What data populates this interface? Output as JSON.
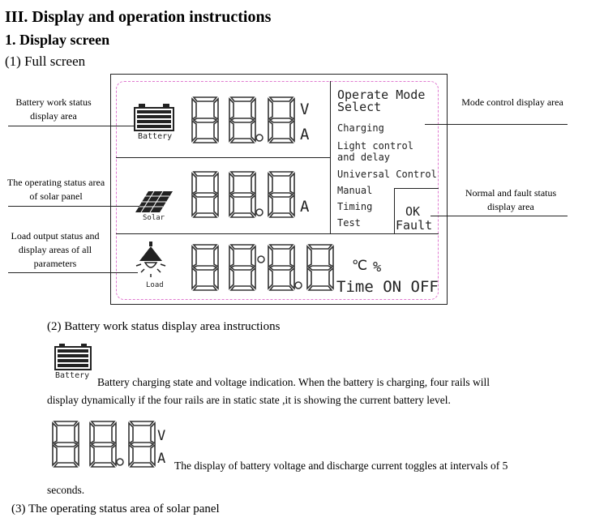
{
  "heading": {
    "section": "III. Display and operation instructions",
    "sub": "1. Display screen",
    "full_screen": "(1) Full screen"
  },
  "lcd": {
    "battery_label": "Battery",
    "solar_label": "Solar",
    "load_label": "Load",
    "unit_v": "V",
    "unit_a": "A",
    "unit_a2": "A",
    "temp_unit": "℃",
    "percent": "%",
    "time_on_off": "Time ON OFF",
    "mode_title": "Operate Mode Select",
    "modes": [
      "Charging",
      "Light control and delay",
      "Universal Control",
      "Manual",
      "Timing",
      "Test"
    ],
    "ok": "OK",
    "fault": "Fault"
  },
  "callouts": {
    "battery": "Battery work status display area",
    "solar": "The operating status area of solar panel",
    "load": "Load output status and display areas of all parameters",
    "mode": "Mode control display area",
    "fault": "Normal and fault status display area"
  },
  "section2": {
    "title": "(2) Battery work status display area instructions",
    "battery_icon_label": "Battery",
    "para1a": "Battery charging state and voltage indication. When the battery is charging, four rails will",
    "para1b": "display dynamically if the four rails are in static state ,it is showing the current battery level.",
    "unit_v": "V",
    "unit_a": "A",
    "para2a": "The display of battery voltage and discharge current toggles at intervals of 5",
    "para2b": "seconds."
  },
  "section3": {
    "title": "(3) The operating status area of solar panel"
  }
}
